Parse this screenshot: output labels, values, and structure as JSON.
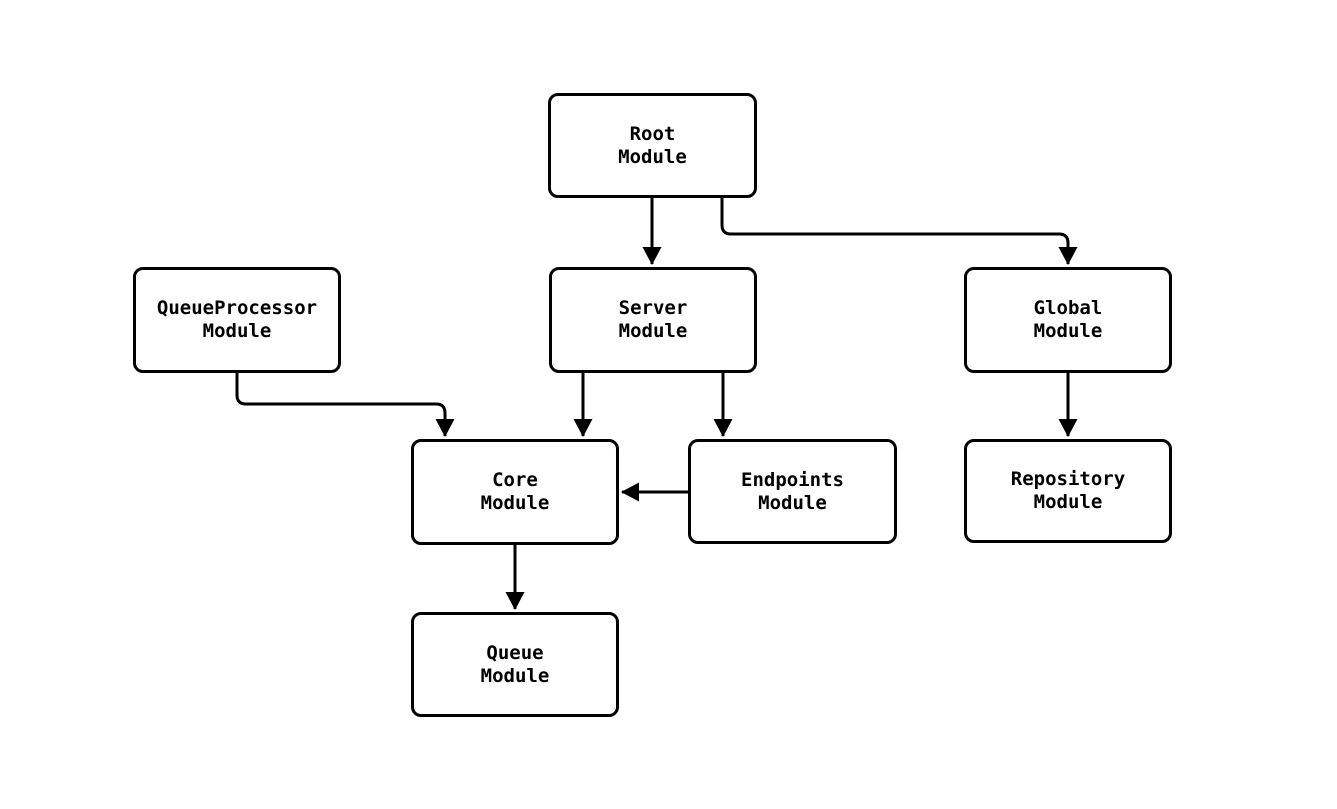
{
  "diagram": {
    "type": "flowchart",
    "direction": "top-down",
    "stroke_color": "#000000",
    "node_fill": "#ffffff",
    "text_color": "#000000",
    "background_color": "#ffffff",
    "nodes": {
      "root": {
        "title": "Root",
        "subtitle": "Module"
      },
      "queueprocessor": {
        "title": "QueueProcessor",
        "subtitle": "Module"
      },
      "server": {
        "title": "Server",
        "subtitle": "Module"
      },
      "global": {
        "title": "Global",
        "subtitle": "Module"
      },
      "core": {
        "title": "Core",
        "subtitle": "Module"
      },
      "endpoints": {
        "title": "Endpoints",
        "subtitle": "Module"
      },
      "repository": {
        "title": "Repository",
        "subtitle": "Module"
      },
      "queue": {
        "title": "Queue",
        "subtitle": "Module"
      }
    },
    "edges": [
      {
        "from": "Root Module",
        "to": "Server Module"
      },
      {
        "from": "Root Module",
        "to": "Global Module"
      },
      {
        "from": "QueueProcessor Module",
        "to": "Core Module"
      },
      {
        "from": "Server Module",
        "to": "Core Module"
      },
      {
        "from": "Server Module",
        "to": "Endpoints Module"
      },
      {
        "from": "Endpoints Module",
        "to": "Core Module"
      },
      {
        "from": "Core Module",
        "to": "Queue Module"
      },
      {
        "from": "Global Module",
        "to": "Repository Module"
      }
    ]
  }
}
